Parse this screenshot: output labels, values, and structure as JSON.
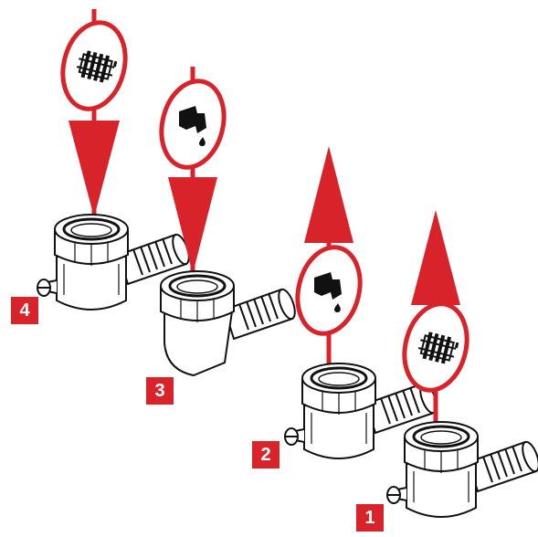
{
  "colors": {
    "accent": "#d8232a",
    "outline": "#111111",
    "background": "#ffffff"
  },
  "valves": [
    {
      "number": "4",
      "arrow": "down",
      "icon": "radiator-icon"
    },
    {
      "number": "3",
      "arrow": "down",
      "icon": "water-tap-icon"
    },
    {
      "number": "2",
      "arrow": "up",
      "icon": "water-tap-icon"
    },
    {
      "number": "1",
      "arrow": "up",
      "icon": "radiator-icon"
    }
  ]
}
